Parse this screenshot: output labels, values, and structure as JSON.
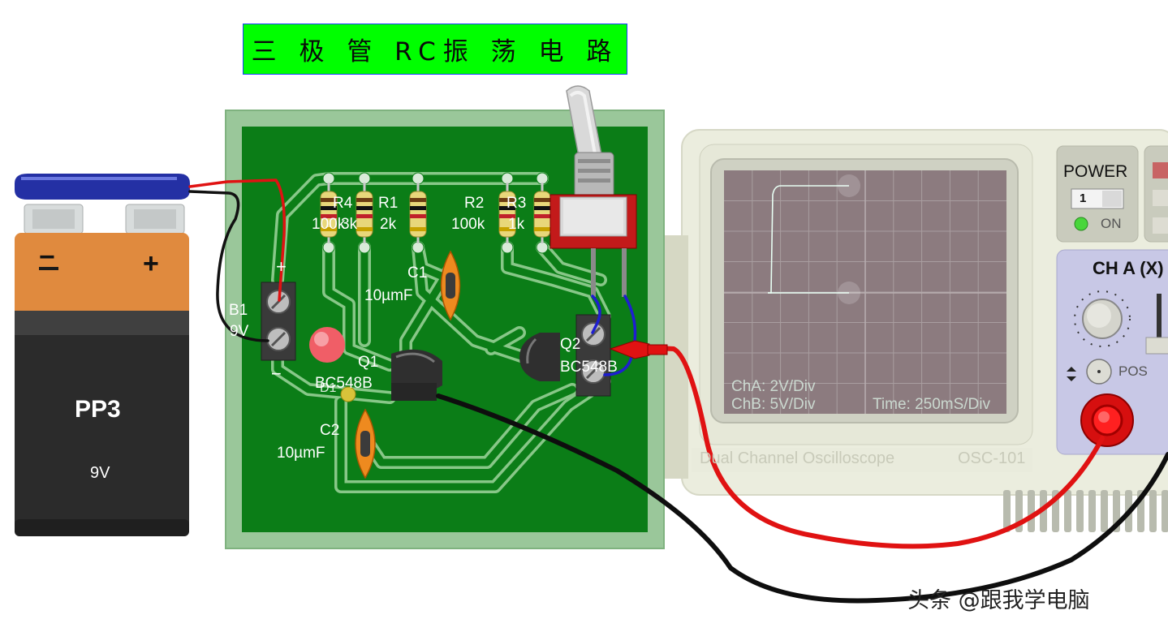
{
  "title": "三 极 管 RC振 荡 电 路",
  "battery": {
    "minus": "−",
    "plus": "+",
    "type": "PP3",
    "voltage": "9V"
  },
  "pcb": {
    "terminal_b1": {
      "name": "B1",
      "value": "9V",
      "plus": "+",
      "minus": "−"
    },
    "r4": {
      "name": "R4",
      "value": "100k"
    },
    "r3k": {
      "name": "R3",
      "value": "3k"
    },
    "r1": {
      "name": "R1",
      "value": "2k"
    },
    "r2": {
      "name": "R2",
      "value": "100k"
    },
    "r5": {
      "name": "R3",
      "value": "1k"
    },
    "c1": {
      "name": "C1",
      "value": "10µmF"
    },
    "c2": {
      "name": "C2",
      "value": "10µmF"
    },
    "q1": {
      "name": "Q1",
      "part": "BC548B"
    },
    "q2": {
      "name": "Q2",
      "part": "BC548B"
    },
    "d1": {
      "name": "D1"
    },
    "led": "red-led"
  },
  "oscilloscope": {
    "power_label": "POWER",
    "switch_value": "1",
    "on_label": "ON",
    "cha_header": "CH A (X)",
    "pos_label": "POS",
    "cha_scale": "ChA: 2V/Div",
    "chb_scale": "ChB: 5V/Div",
    "time_scale": "Time: 250mS/Div",
    "brand": "Dual Channel Oscilloscope",
    "model": "OSC-101"
  },
  "watermark": "头条 @跟我学电脑",
  "colors": {
    "pcb": "#0b7d17",
    "title_bg": "#00ff00",
    "probe": "#e01212"
  }
}
